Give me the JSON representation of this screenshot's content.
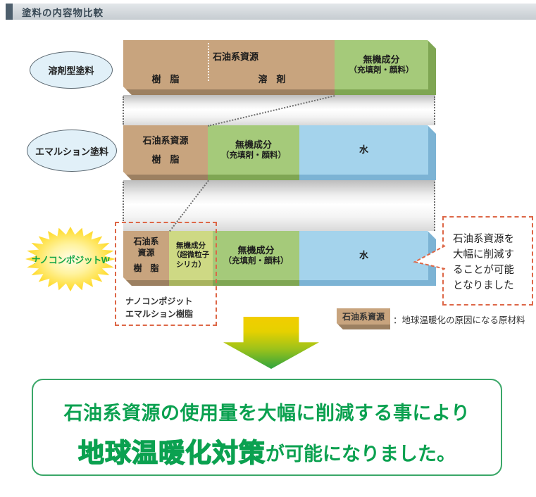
{
  "header": {
    "title": "塗料の内容物比較"
  },
  "rows": {
    "solvent": {
      "label": "溶剤型塗料",
      "petro_title": "石油系資源",
      "resin": "樹　脂",
      "solvent": "溶　剤",
      "inorganic_line1": "無機成分",
      "inorganic_line2": "（充填剤・顔料）"
    },
    "emulsion": {
      "label": "エマルション塗料",
      "petro_title": "石油系資源",
      "resin": "樹　脂",
      "inorganic_line1": "無機成分",
      "inorganic_line2": "（充填剤・顔料）",
      "water": "水"
    },
    "nano": {
      "label": "ナノコンポジットW",
      "petro_line1": "石油系",
      "petro_line2": "資源",
      "resin": "樹　脂",
      "silica_line1": "無機成分",
      "silica_line2": "（超微粒子",
      "silica_line3": "シリカ）",
      "inorganic_line1": "無機成分",
      "inorganic_line2": "（充填剤・顔料）",
      "water": "水",
      "caption_line1": "ナノコンポジット",
      "caption_line2": "エマルション樹脂"
    }
  },
  "callout": {
    "line1": "石油系資源を",
    "line2": "大幅に削減す",
    "line3": "ることが可能",
    "line4": "となりました"
  },
  "legend": {
    "chip": "石油系資源",
    "desc": "：地球温暖化の原因になる原材料"
  },
  "summary": {
    "line1": "石油系資源の使用量を大幅に削減する事により",
    "line2_emphasis": "地球温暖化対策",
    "line2_rest": "が可能になりました。"
  },
  "colors": {
    "petroleum_tan": "#c8a47e",
    "inorganic_green": "#a5ca7a",
    "water_blue": "#a4d3ec",
    "silica_yellowgreen": "#ced984",
    "dashed_accent": "#dd6747",
    "summary_green": "#0ba150"
  }
}
